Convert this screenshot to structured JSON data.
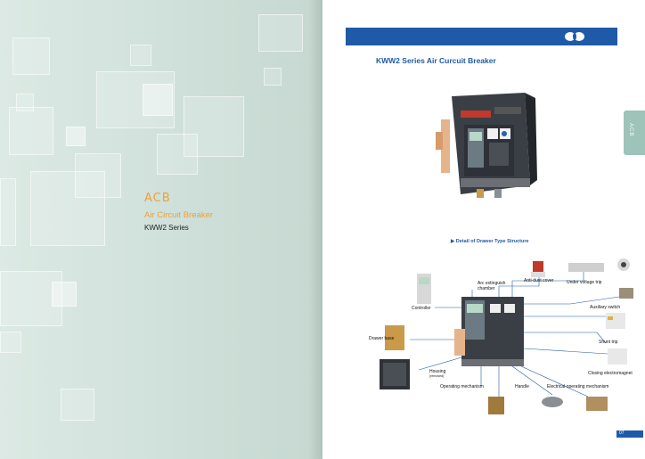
{
  "left_page": {
    "acb_code": "ACB",
    "acb_name": "Air Circuit Breaker",
    "series": "KWW2 Series"
  },
  "right_page": {
    "title": "KWW2 Series Air Curcuit Breaker",
    "side_tab": "ACB",
    "detail_heading": "Detail of Drawer Type Structure",
    "page_number": "07",
    "labels": {
      "anti_dust_cover": "Anti-dust cover",
      "arc_extinguish_chamber_1": "Arc extinguish",
      "arc_extinguish_chamber_2": "chamber",
      "under_voltage_trip": "Under voltage trip",
      "auxiliary_switch": "Auxiliary switch",
      "controller": "Controller",
      "drawer_base": "Drawer base",
      "shunt_trip": "Shunt trip",
      "housing": "Housing",
      "housing_note": "(removed)",
      "closing_electromagnet": "Closing electromagnet",
      "operating_mechanism": "Operating mechanism",
      "handle": "Handle",
      "electrical_operating_mechanism": "Electrical operating mechanism"
    }
  },
  "colors": {
    "accent_blue": "#1f5aa8",
    "accent_orange": "#f0a030",
    "mint_background": "#d4e4de"
  }
}
